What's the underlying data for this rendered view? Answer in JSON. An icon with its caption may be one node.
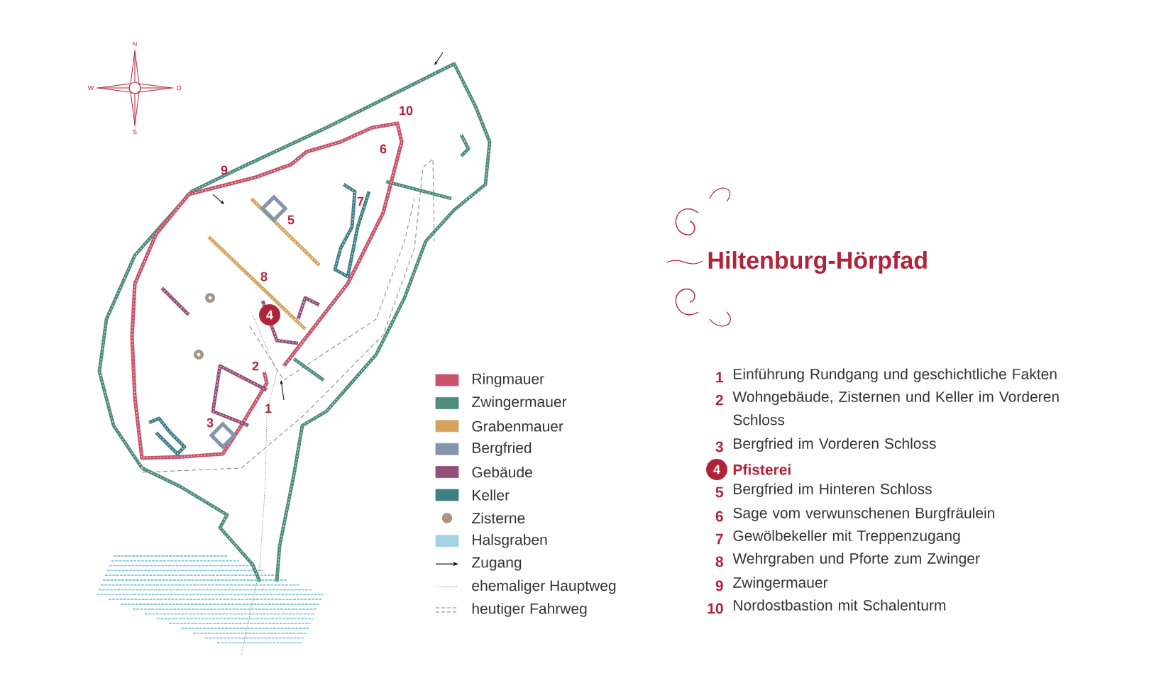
{
  "diagram": {
    "title": "Hiltenburg-Hörpfad",
    "nodes": [
      {
        "text": [
          "4"
        ]
      },
      {
        "text": [
          "4"
        ],
        "beside": [
          "Pfisterei"
        ]
      }
    ],
    "labels": [
      "N",
      "W",
      "O",
      "S",
      "10",
      "6",
      "9",
      "7",
      "5",
      "8",
      "2",
      "1",
      "3",
      "1",
      "Einführung Rundgang und geschichtliche Fakten",
      "2",
      "Wohngebäude, Zisternen und Keller im Vorderen Schloss",
      "3",
      "Bergfried im Vorderen Schloss",
      "5",
      "Bergfried im Hinteren Schloss",
      "6",
      "Sage vom verwunschenen Burgfräulein",
      "7",
      "Gewölbekeller mit Treppenzugang",
      "8",
      "Wehrgraben und Pforte zum Zwinger",
      "9",
      "Zwingermauer",
      "10",
      "Nordostbastion mit Schalenturm"
    ],
    "legend": [
      {
        "text": "Ringmauer",
        "color": "#c8566b"
      },
      {
        "text": "Zwingermauer",
        "color": "#4e8c7d"
      },
      {
        "text": "Grabenmauer",
        "color": "#d6a35e"
      },
      {
        "text": "Bergfried",
        "color": "#8496ad"
      },
      {
        "text": "Gebäude",
        "color": "#95507a"
      },
      {
        "text": "Keller",
        "color": "#3f7f86"
      },
      {
        "text": "Zisterne"
      },
      {
        "text": "Halsgraben",
        "color": "#a3d3e3"
      },
      {
        "text": "Zugang"
      },
      {
        "text": "ehemaliger Hauptweg"
      },
      {
        "text": "heutiger Fahrweg"
      }
    ]
  }
}
